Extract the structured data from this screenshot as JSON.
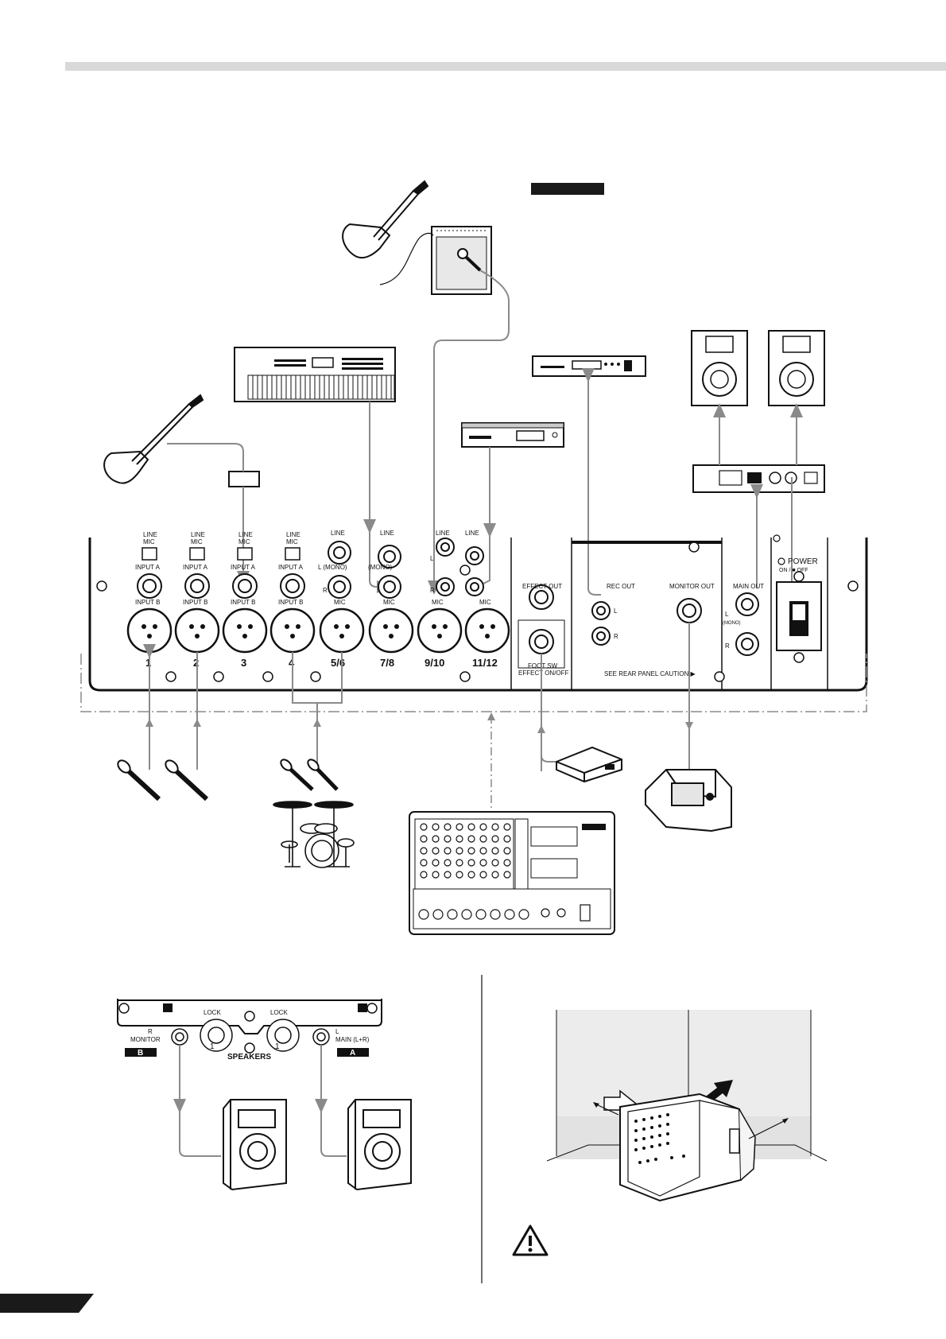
{
  "rear_panel": {
    "line_mic_line": "LINE",
    "line_mic_mic": "MIC",
    "input_a": "INPUT A",
    "input_b": "INPUT B",
    "line": "LINE",
    "mic": "MIC",
    "mono_label": "L (MONO)",
    "mono_short": "(MONO)",
    "l": "L",
    "r": "R",
    "channel_numbers": [
      "1",
      "2",
      "3",
      "4",
      "5/6",
      "7/8",
      "9/10",
      "11/12"
    ],
    "effect_out": "EFFECT OUT",
    "rec_out": "REC OUT",
    "monitor_out": "MONITOR OUT",
    "main_out": "MAIN OUT",
    "main_out_mono": "(MONO)",
    "footsw_line1": "FOOT SW",
    "footsw_line2": "EFFECT ON/OFF",
    "rear_caution": "SEE REAR PANEL CAUTION ▶",
    "power": "POWER",
    "power_sub": "ON / ■ OFF"
  },
  "speaker_panel": {
    "monitor_label": "MONITOR",
    "monitor_r": "R",
    "monitor_b": "B",
    "main_label": "MAIN (L+R)",
    "main_l": "L",
    "main_a": "A",
    "lock": "LOCK",
    "speakers": "SPEAKERS",
    "one_left": "1",
    "one_right": "1"
  }
}
